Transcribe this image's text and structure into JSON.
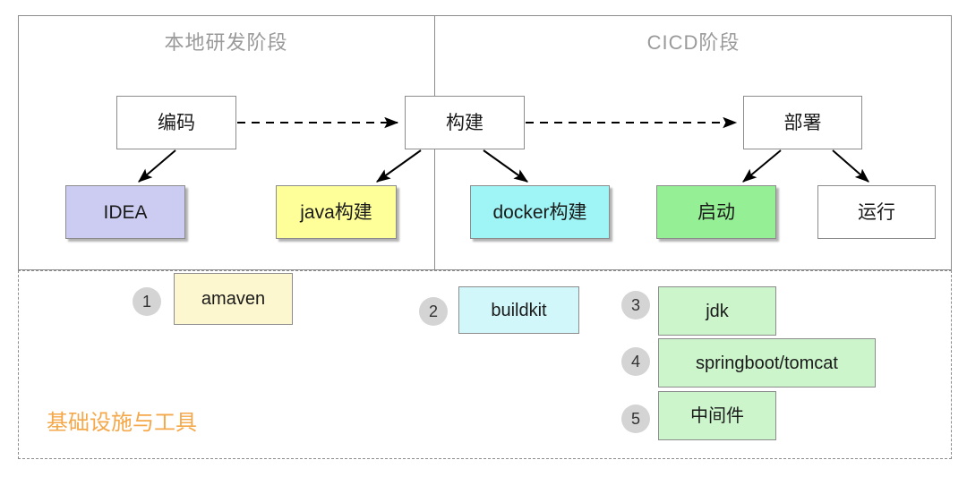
{
  "diagram": {
    "title_hidden": "",
    "lanes": [
      {
        "id": "local-dev",
        "label": "本地研发阶段"
      },
      {
        "id": "cicd",
        "label": "CICD阶段"
      }
    ],
    "stage_nodes": [
      {
        "id": "code",
        "label": "编码",
        "fill": "#ffffff",
        "shadow": false
      },
      {
        "id": "build",
        "label": "构建",
        "fill": "#ffffff",
        "shadow": false
      },
      {
        "id": "deploy",
        "label": "部署",
        "fill": "#ffffff",
        "shadow": false
      }
    ],
    "artifact_nodes": [
      {
        "id": "idea",
        "label": "IDEA",
        "fill": "#ccccf2",
        "shadow": true
      },
      {
        "id": "java-build",
        "label": "java构建",
        "fill": "#ffff99",
        "shadow": true
      },
      {
        "id": "docker-build",
        "label": "docker构建",
        "fill": "#9ff5f5",
        "shadow": true
      },
      {
        "id": "start",
        "label": "启动",
        "fill": "#95f095",
        "shadow": true
      },
      {
        "id": "run",
        "label": "运行",
        "fill": "#ffffff",
        "shadow": false
      }
    ],
    "infra": {
      "label": "基础设施与工具",
      "label_color": "#f5a84a",
      "tools": [
        {
          "number": "1",
          "label": "amaven",
          "fill": "#fcf7cf"
        },
        {
          "number": "2",
          "label": "buildkit",
          "fill": "#d2f7fa"
        },
        {
          "number": "3",
          "label": "jdk",
          "fill": "#ccf5cc"
        },
        {
          "number": "4",
          "label": "springboot/tomcat",
          "fill": "#ccf5cc"
        },
        {
          "number": "5",
          "label": "中间件",
          "fill": "#ccf5cc"
        }
      ]
    },
    "connections": [
      {
        "from": "code",
        "to": "build",
        "style": "dashed"
      },
      {
        "from": "build",
        "to": "deploy",
        "style": "dashed"
      },
      {
        "from": "code",
        "to": "idea",
        "style": "solid"
      },
      {
        "from": "build",
        "to": "java-build",
        "style": "solid"
      },
      {
        "from": "build",
        "to": "docker-build",
        "style": "solid"
      },
      {
        "from": "deploy",
        "to": "start",
        "style": "solid"
      },
      {
        "from": "deploy",
        "to": "run",
        "style": "solid"
      }
    ]
  }
}
